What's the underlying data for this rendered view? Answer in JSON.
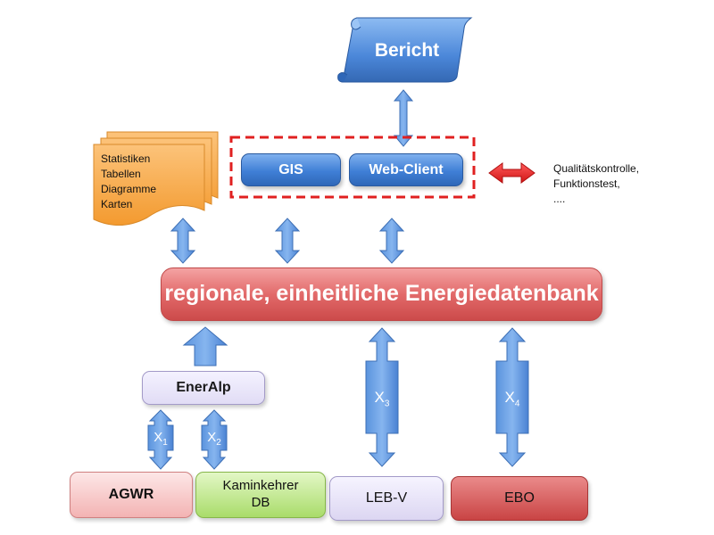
{
  "report": {
    "label": "Bericht"
  },
  "apps": [
    {
      "label": "GIS"
    },
    {
      "label": "Web-Client"
    }
  ],
  "outputs": {
    "items": [
      "Statistiken",
      "Tabellen",
      "Diagramme",
      "Karten"
    ]
  },
  "quality": {
    "lines": [
      "Qualitätskontrolle,",
      "Funktionstest,",
      "...."
    ]
  },
  "database": {
    "label": "regionale, einheitliche Energiedatenbank"
  },
  "enerAlp": {
    "label": "EnerAlp"
  },
  "interfaces": [
    {
      "label": "X",
      "index": "1"
    },
    {
      "label": "X",
      "index": "2"
    },
    {
      "label": "X",
      "index": "3"
    },
    {
      "label": "X",
      "index": "4"
    }
  ],
  "sources": [
    {
      "line1": "AGWR",
      "line2": ""
    },
    {
      "line1": "Kaminkehrer",
      "line2": "DB"
    },
    {
      "line1": "LEB-V",
      "line2": ""
    },
    {
      "line1": "EBO",
      "line2": ""
    }
  ],
  "colors": {
    "blue": "#3f7fd6",
    "red_bar": "#e26a6a",
    "dashed_frame": "#e02020",
    "orange_docs": "#f7a845",
    "double_arrow_red": "#e02020",
    "lavender": "#e1dcf5",
    "green": "#a9dc6a",
    "dark_red": "#c94444"
  }
}
